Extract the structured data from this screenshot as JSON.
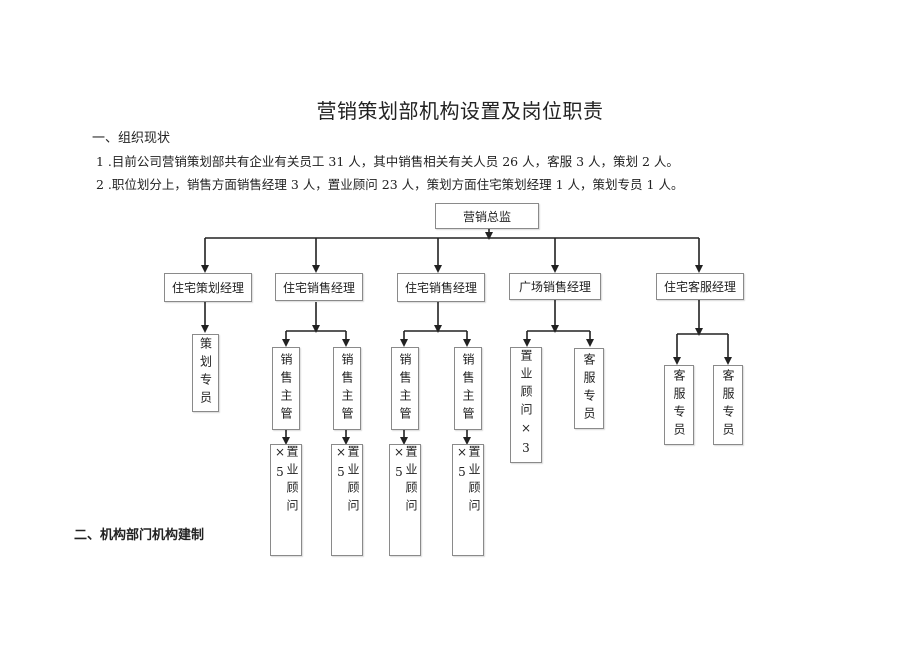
{
  "doc": {
    "title": "营销策划部机构设置及岗位职责",
    "section1": "一、组织现状",
    "item1": "1 .目前公司营销策划部共有企业有关员工 31 人，其中销售相关有关人员 26 人，客服 3 人，策划 2 人。",
    "item2": "2 .职位划分上，销售方面销售经理 3 人，置业顾问 23 人，策划方面住宅策划经理 1 人，策划专员 1 人。",
    "section2": "二、机构部门机构建制"
  },
  "org": {
    "top": "营销总监",
    "managers": [
      "住宅策划经理",
      "住宅销售经理",
      "住宅销售经理",
      "广场销售经理",
      "住宅客服经理"
    ],
    "planner": "策划专员",
    "supervisor": "销售主管",
    "consultant5": "置业顾问×5",
    "consultant3": "置业顾问×3",
    "service": "客服专员"
  }
}
